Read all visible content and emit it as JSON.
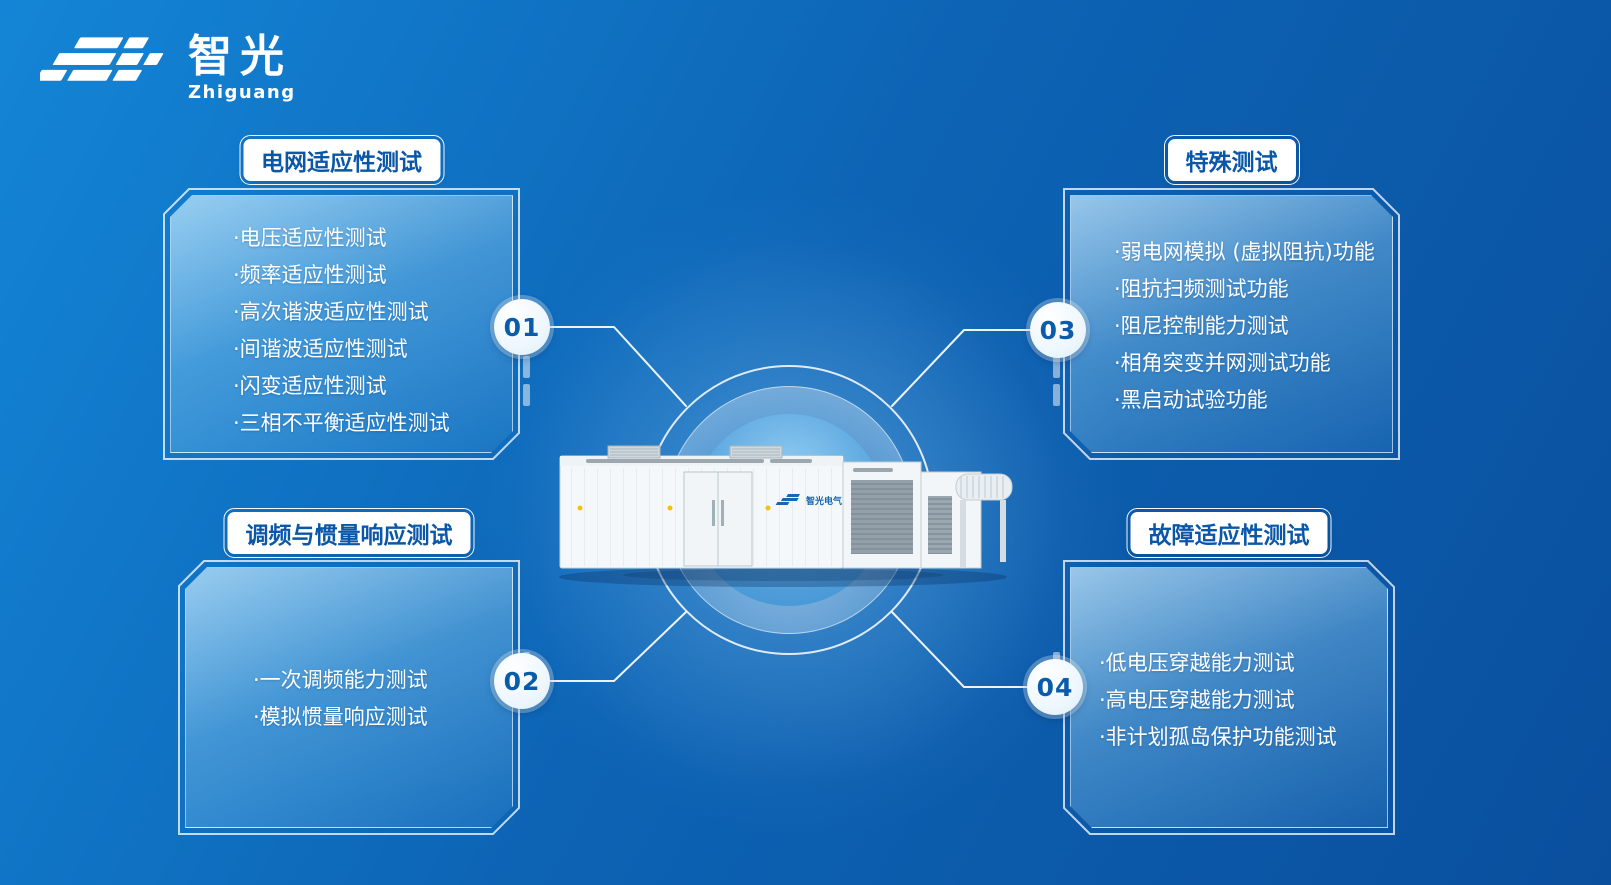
{
  "logo": {
    "title": "智光",
    "subtitle": "Zhiguang",
    "icon": "zhiguang-stripes-icon"
  },
  "panels": [
    {
      "number": "01",
      "title": "电网适应性测试",
      "items": [
        "·电压适应性测试",
        "·频率适应性测试",
        "·高次谐波适应性测试",
        "·间谐波适应性测试",
        "·闪变适应性测试",
        "·三相不平衡适应性测试"
      ]
    },
    {
      "number": "02",
      "title": "调频与惯量响应测试",
      "items": [
        "·一次调频能力测试",
        "·模拟惯量响应测试"
      ]
    },
    {
      "number": "03",
      "title": "特殊测试",
      "items": [
        "·弱电网模拟 (虚拟阻抗)功能",
        "·阻抗扫频测试功能",
        "·阻尼控制能力测试",
        "·相角突变并网测试功能",
        "·黑启动试验功能"
      ]
    },
    {
      "number": "04",
      "title": "故障适应性测试",
      "items": [
        "·低电压穿越能力测试",
        "·高电压穿越能力测试",
        "·非计划孤岛保护功能测试"
      ]
    }
  ],
  "center": {
    "equipment_label": "智光电气",
    "illustration": "containerized-test-equipment"
  },
  "colors": {
    "background_top": "#1485d6",
    "background_bottom": "#0a4f9e",
    "title_text": "#0a57a8",
    "badge_text": "#0a5cab",
    "list_text": "#ffffff"
  }
}
